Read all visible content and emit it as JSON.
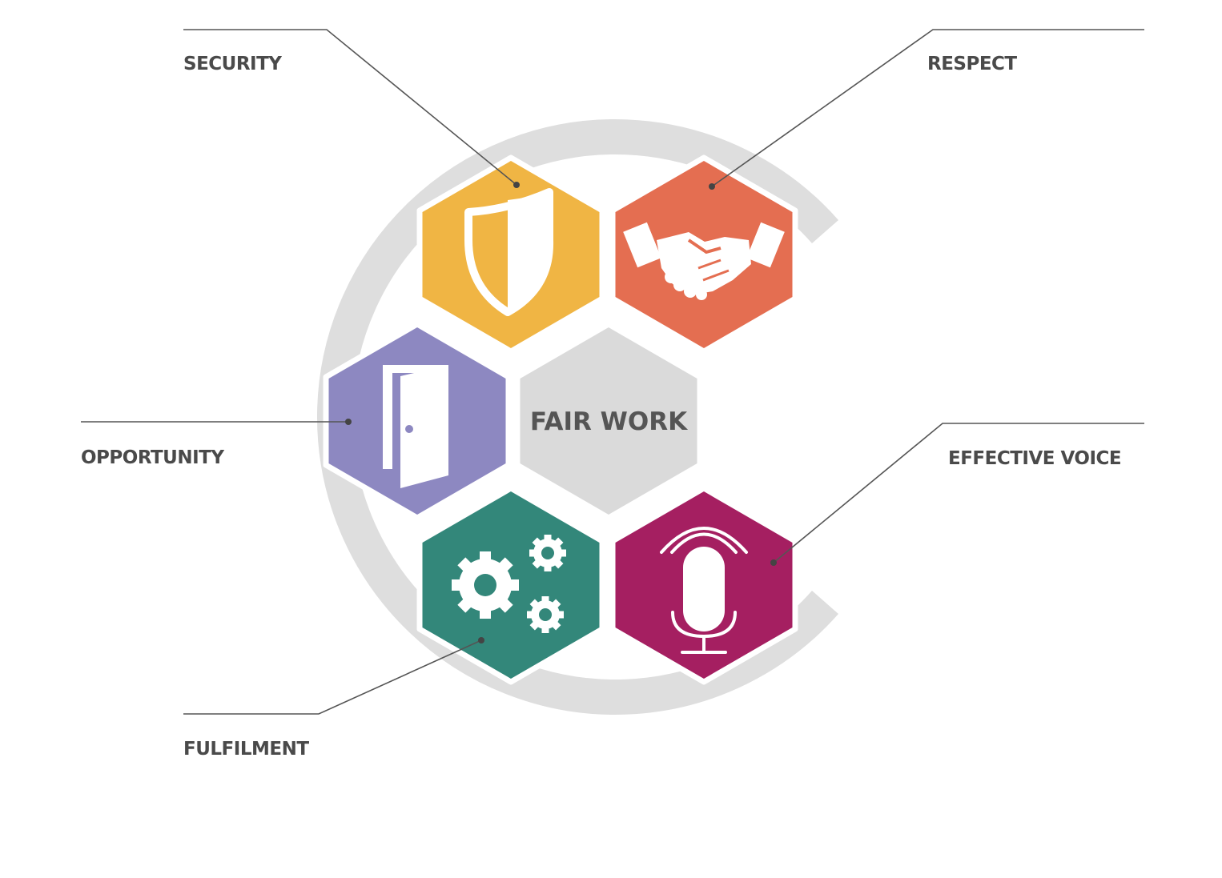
{
  "center": {
    "label": "FAIR WORK",
    "color": "#dadada"
  },
  "ring_color": "#dedede",
  "dimensions": [
    {
      "key": "security",
      "label": "SECURITY",
      "color": "#f0b544",
      "icon": "shield-icon"
    },
    {
      "key": "respect",
      "label": "RESPECT",
      "color": "#e46e51",
      "icon": "handshake-icon"
    },
    {
      "key": "opportunity",
      "label": "OPPORTUNITY",
      "color": "#8d88c1",
      "icon": "door-icon"
    },
    {
      "key": "fulfilment",
      "label": "FULFILMENT",
      "color": "#33877a",
      "icon": "gears-icon"
    },
    {
      "key": "effective_voice",
      "label": "EFFECTIVE VOICE",
      "color": "#a51f61",
      "icon": "microphone-icon"
    }
  ]
}
